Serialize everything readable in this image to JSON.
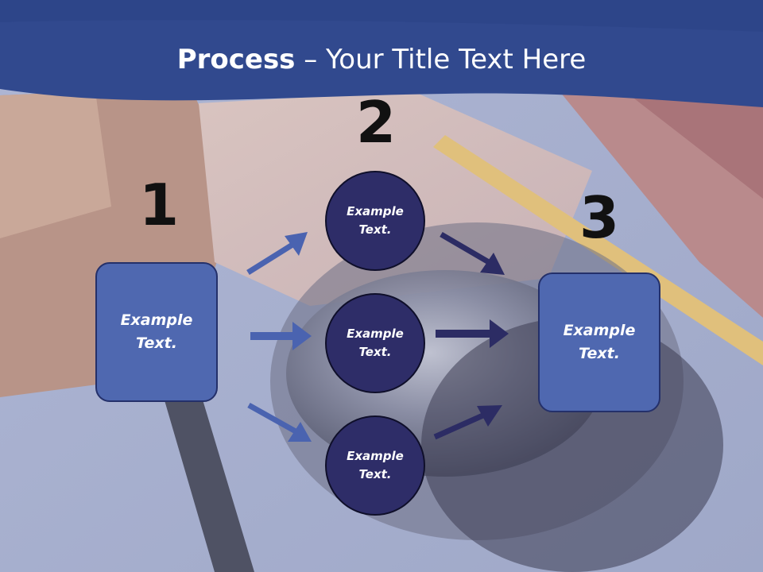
{
  "title": {
    "bold": "Process",
    "rest": " – Your Title Text Here"
  },
  "steps": [
    {
      "number": "1",
      "label": "Example\nText."
    },
    {
      "number": "2",
      "label": "Example\nText."
    },
    {
      "number": "3",
      "label": "Example\nText."
    }
  ],
  "middle_nodes": [
    {
      "label": "Example\nText."
    },
    {
      "label": "Example\nText."
    },
    {
      "label": "Example\nText."
    }
  ],
  "colors": {
    "header_blue": "#31498e",
    "box_fill": "#4f68b0",
    "circle_fill": "#2e2d68",
    "left_arrows": "#4a63b0",
    "right_arrows": "#2c2c64"
  }
}
